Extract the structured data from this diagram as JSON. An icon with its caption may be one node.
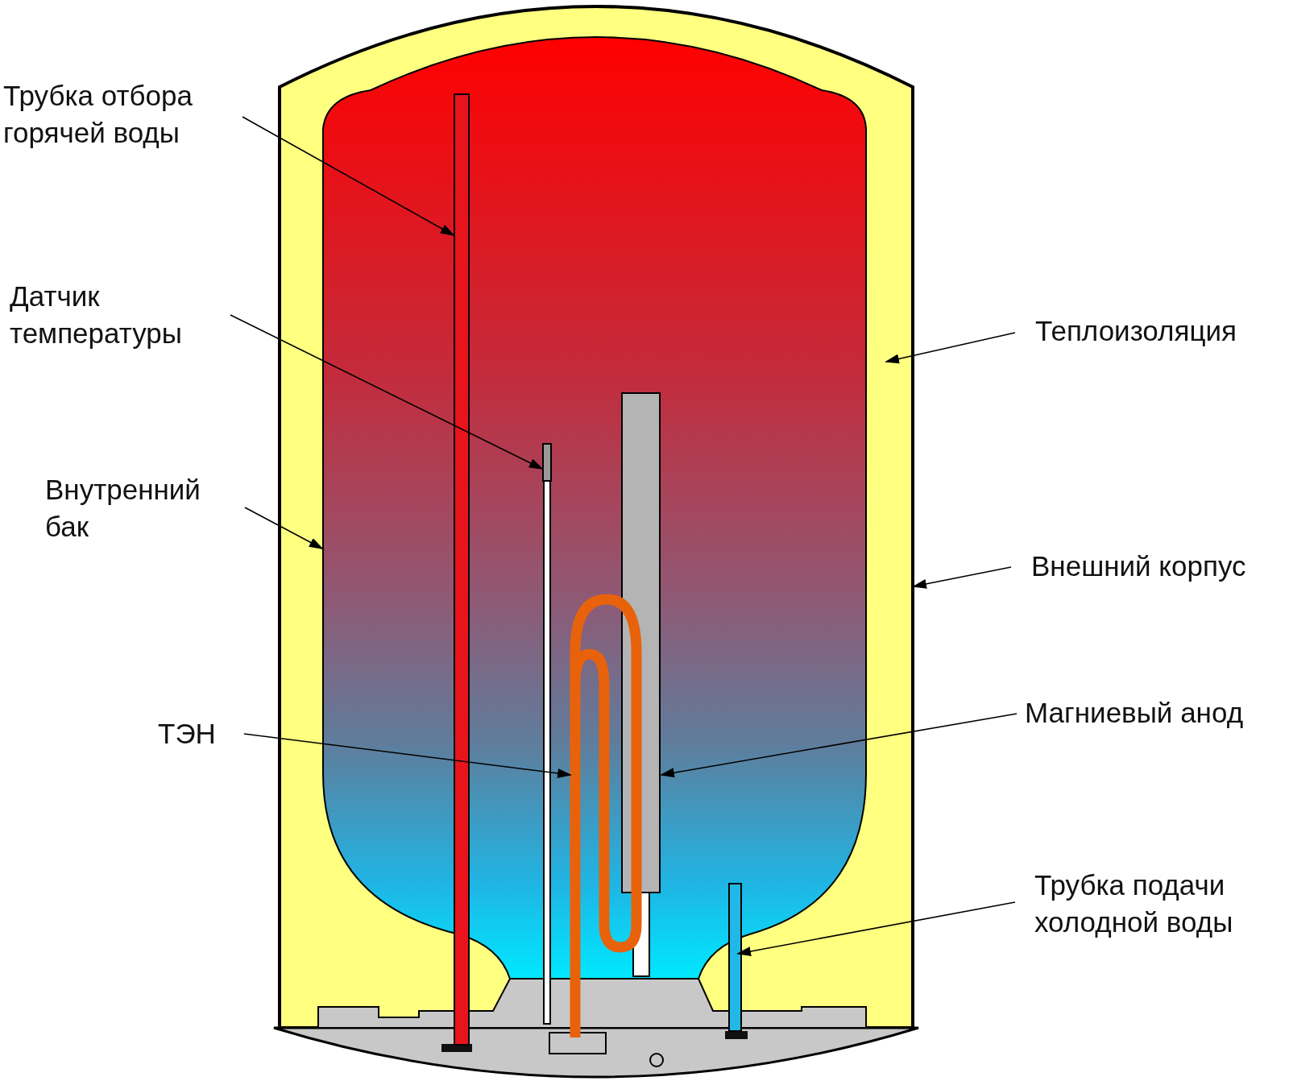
{
  "diagram": {
    "nodes": [
      {
        "text": [
          "Трубка отбора горячей воды"
        ]
      },
      {
        "text": [
          "Датчик температуры"
        ]
      },
      {
        "text": [
          "Внутренний бак"
        ]
      },
      {
        "text": [
          "ТЭН"
        ]
      },
      {
        "text": [
          "Теплоизоляция"
        ]
      },
      {
        "text": [
          "Внешний корпус"
        ]
      },
      {
        "text": [
          "Магниевый анод"
        ]
      },
      {
        "text": [
          "Трубка подачи холодной воды"
        ]
      },
      {
        "text": [],
        "shape": "cylinder"
      },
      {
        "text": [],
        "shape": "cylinder",
        "in": 8
      },
      {
        "text": [],
        "shape": "bar",
        "in": 8
      },
      {
        "text": [],
        "shape": "bar",
        "in": 8
      },
      {
        "text": [],
        "shape": "bar",
        "in": 9
      },
      {
        "text": [],
        "shape": "coil",
        "in": 8
      },
      {
        "text": [],
        "shape": "bar",
        "in": 8
      }
    ],
    "edges": [
      {
        "from": 0,
        "to": 10,
        "arrow": "to"
      },
      {
        "from": 1,
        "to": 11,
        "arrow": "to"
      },
      {
        "from": 2,
        "to": 9,
        "arrow": "to"
      },
      {
        "from": 3,
        "to": 13,
        "arrow": "to"
      },
      {
        "from": 4,
        "to": 8,
        "arrow": "to"
      },
      {
        "from": 5,
        "to": 8,
        "arrow": "to"
      },
      {
        "from": 6,
        "to": 12,
        "arrow": "to"
      },
      {
        "from": 7,
        "to": 14,
        "arrow": "to"
      }
    ]
  }
}
